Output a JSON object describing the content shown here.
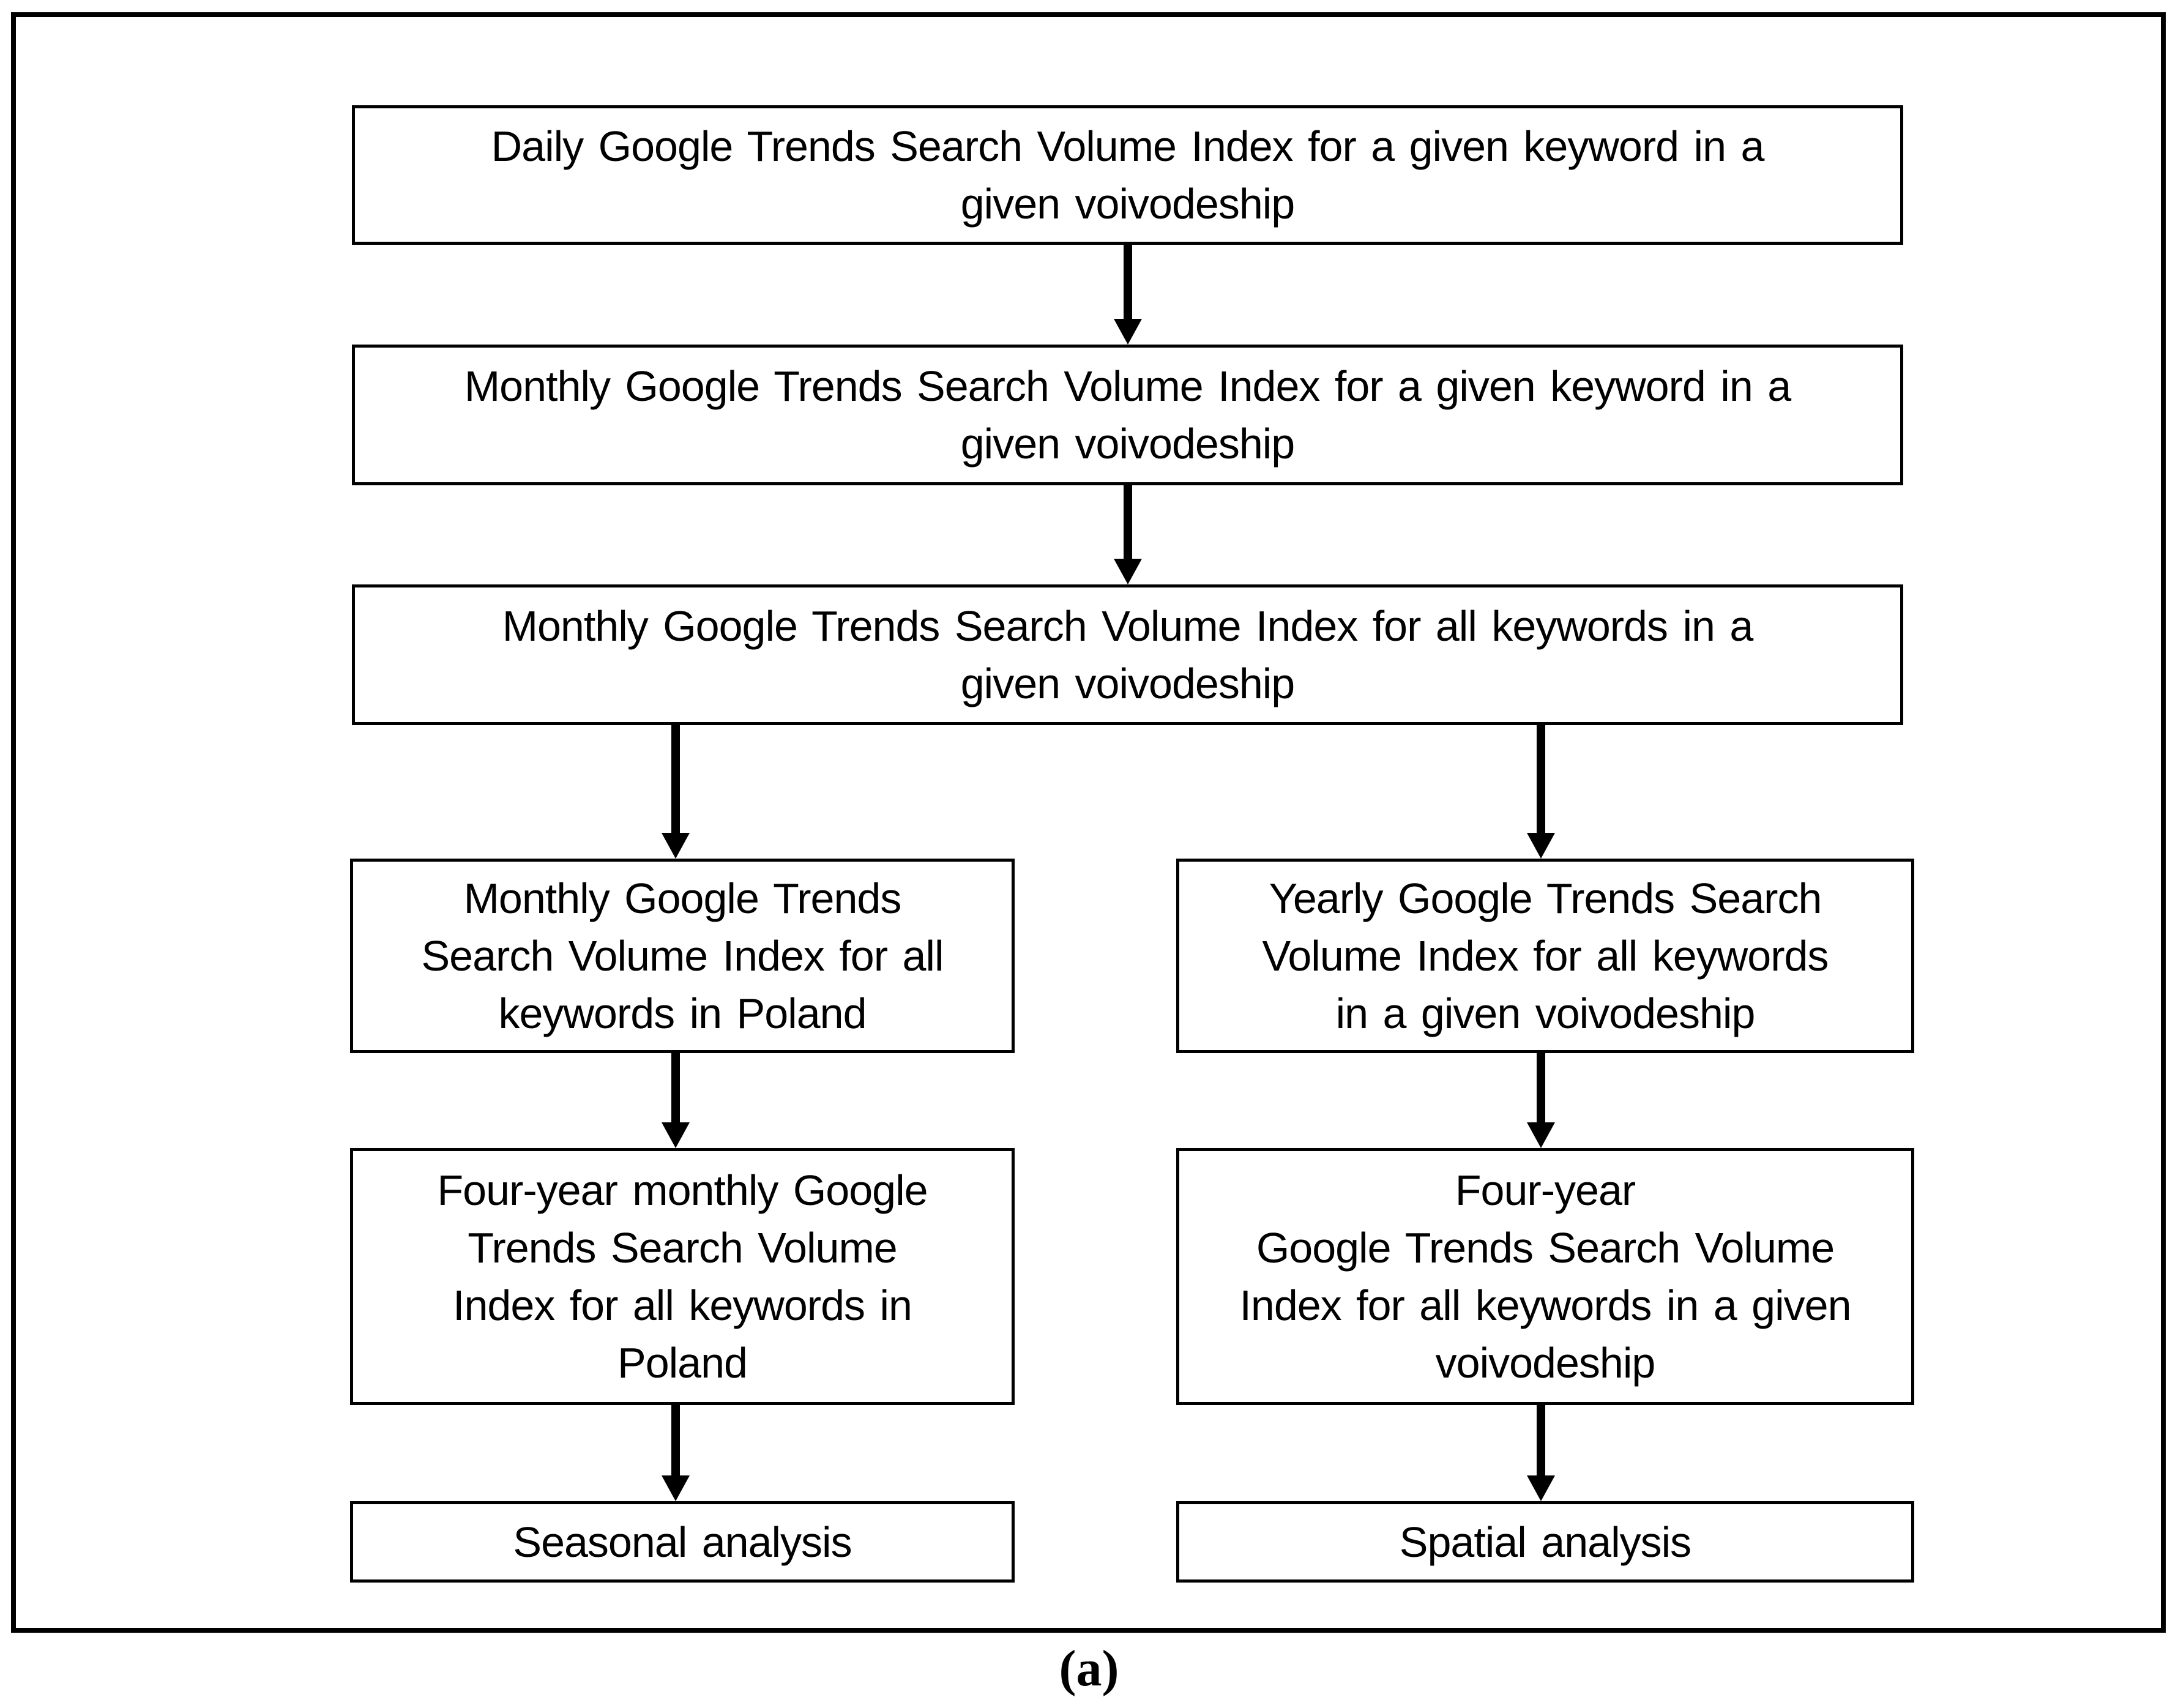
{
  "diagram": {
    "caption": "(a)",
    "colors": {
      "background": "#ffffff",
      "border": "#000000",
      "text": "#000000"
    },
    "nodes": [
      {
        "id": "daily-svi-keyword-voivodeship",
        "text": "Daily Google Trends Search Volume Index for a given keyword in a\ngiven voivodeship"
      },
      {
        "id": "monthly-svi-keyword-voivodeship",
        "text": "Monthly Google Trends Search Volume Index for a given keyword in a\ngiven voivodeship"
      },
      {
        "id": "monthly-svi-all-keywords-voivodeship",
        "text": "Monthly Google Trends Search Volume Index for all keywords in a\ngiven voivodeship"
      },
      {
        "id": "monthly-svi-all-keywords-poland",
        "text": "Monthly Google Trends\nSearch Volume Index for all\nkeywords in Poland"
      },
      {
        "id": "yearly-svi-all-keywords-voivodeship",
        "text": "Yearly Google Trends Search\nVolume Index for all keywords\nin a given voivodeship"
      },
      {
        "id": "four-year-monthly-svi-poland",
        "text": "Four-year monthly Google\nTrends Search Volume\nIndex for all keywords in\nPoland"
      },
      {
        "id": "four-year-svi-voivodeship",
        "text": "Four-year\nGoogle Trends Search Volume\nIndex for all keywords in a given\nvoivodeship"
      },
      {
        "id": "seasonal-analysis",
        "text": "Seasonal analysis"
      },
      {
        "id": "spatial-analysis",
        "text": "Spatial analysis"
      }
    ],
    "connections": [
      {
        "from": "daily-svi-keyword-voivodeship",
        "to": "monthly-svi-keyword-voivodeship"
      },
      {
        "from": "monthly-svi-keyword-voivodeship",
        "to": "monthly-svi-all-keywords-voivodeship"
      },
      {
        "from": "monthly-svi-all-keywords-voivodeship",
        "to": "monthly-svi-all-keywords-poland"
      },
      {
        "from": "monthly-svi-all-keywords-voivodeship",
        "to": "yearly-svi-all-keywords-voivodeship"
      },
      {
        "from": "monthly-svi-all-keywords-poland",
        "to": "four-year-monthly-svi-poland"
      },
      {
        "from": "yearly-svi-all-keywords-voivodeship",
        "to": "four-year-svi-voivodeship"
      },
      {
        "from": "four-year-monthly-svi-poland",
        "to": "seasonal-analysis"
      },
      {
        "from": "four-year-svi-voivodeship",
        "to": "spatial-analysis"
      }
    ]
  }
}
